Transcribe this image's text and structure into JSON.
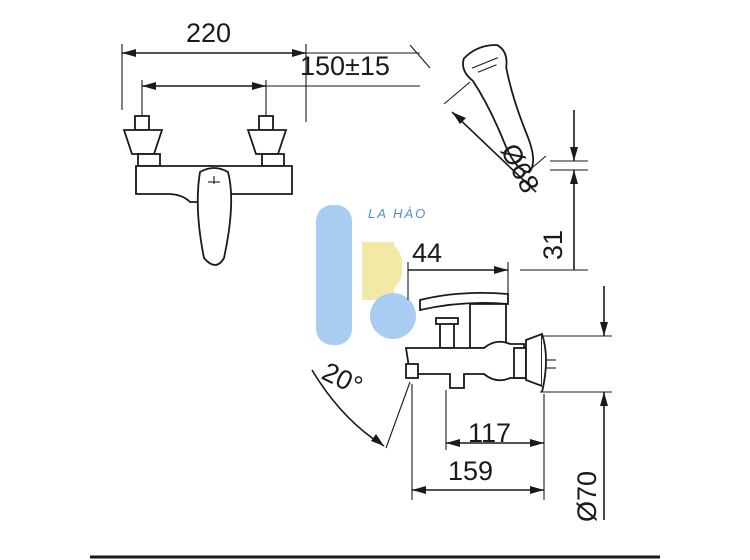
{
  "dimensions": {
    "width_total": "220",
    "center_distance": "150±15",
    "hand_shower_diameter": "Ø68",
    "height_31": "31",
    "spout_44": "44",
    "angle": "20°",
    "length_117": "117",
    "length_159": "159",
    "flange_diameter": "Ø70"
  },
  "watermark": {
    "text": "LA HÀO",
    "color_blue": "#a9cdf0",
    "color_yellow": "#f2e9a6",
    "color_text": "#4a90d9"
  }
}
